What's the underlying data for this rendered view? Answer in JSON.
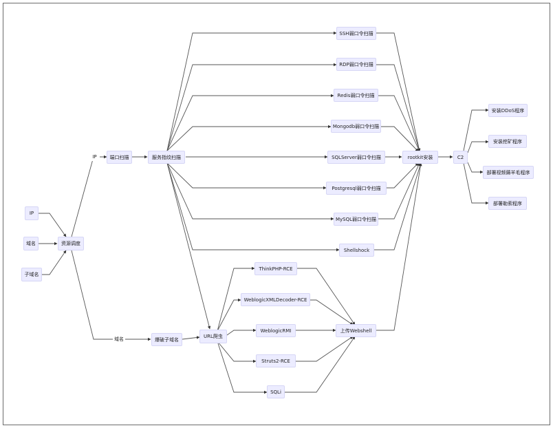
{
  "nodes": {
    "ip_in": "IP",
    "domain_in": "域名",
    "subdomain_in": "子域名",
    "dispatch": "资源调度",
    "port_scan": "端口扫描",
    "fingerprint": "服务指纹扫描",
    "subdomain_brute": "爆破子域名",
    "url_crawler": "URL爬虫",
    "ssh": "SSH弱口令扫描",
    "rdp": "RDP弱口令扫描",
    "redis": "Redis弱口令扫描",
    "mongodb": "Mongodb弱口令扫描",
    "sqlserver": "SQLServer弱口令扫描",
    "postgresql": "Postgresql弱口令扫描",
    "mysql": "MySQL弱口令扫描",
    "shellshock": "Shellshock",
    "thinkphp": "ThinkPHP-RCE",
    "weblogic_xml": "WeblogicXMLDecoder-RCE",
    "weblogic_rmi": "WeblogicRMI",
    "struts2": "Struts2-RCE",
    "sqli": "SQLi",
    "webshell": "上传Webshell",
    "rootkit": "rootkit安装",
    "c2": "C2",
    "ddos": "安装DDoS程序",
    "miner": "安装挖矿程序",
    "clickfraud": "部署视频薅羊毛程序",
    "ransomware": "部署勒索程序"
  },
  "edge_labels": {
    "ip": "IP",
    "domain": "域名"
  }
}
